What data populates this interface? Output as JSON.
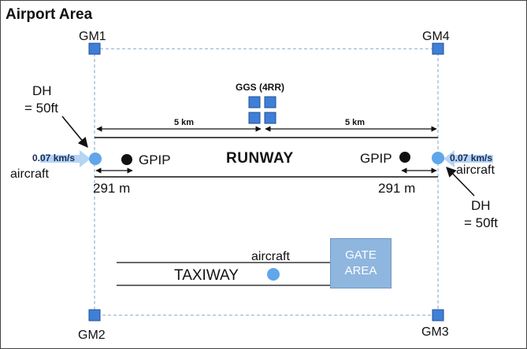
{
  "title": "Airport Area",
  "ground_monitors": {
    "gm1": "GM1",
    "gm2": "GM2",
    "gm3": "GM3",
    "gm4": "GM4"
  },
  "ggs_label": "GGS (4RR)",
  "distances": {
    "left": "5 km",
    "right": "5 km"
  },
  "runway_label": "RUNWAY",
  "gpip_left": "GPIP",
  "gpip_right": "GPIP",
  "offset_left": "291 m",
  "offset_right": "291 m",
  "speed_left": "0.07 km/s",
  "speed_right": "0.07 km/s",
  "aircraft_left": "aircraft",
  "aircraft_right": "aircraft",
  "aircraft_taxi": "aircraft",
  "dh_left": {
    "line1": "DH",
    "line2": "= 50ft"
  },
  "dh_right": {
    "line1": "DH",
    "line2": "= 50ft"
  },
  "taxiway_label": "TAXIWAY",
  "gate_area": {
    "line1": "GATE",
    "line2": "AREA"
  },
  "colors": {
    "marker_blue": "#3f7fd6",
    "aircraft_dot": "#5fa6ea",
    "gate_fill": "#8fb6de"
  }
}
